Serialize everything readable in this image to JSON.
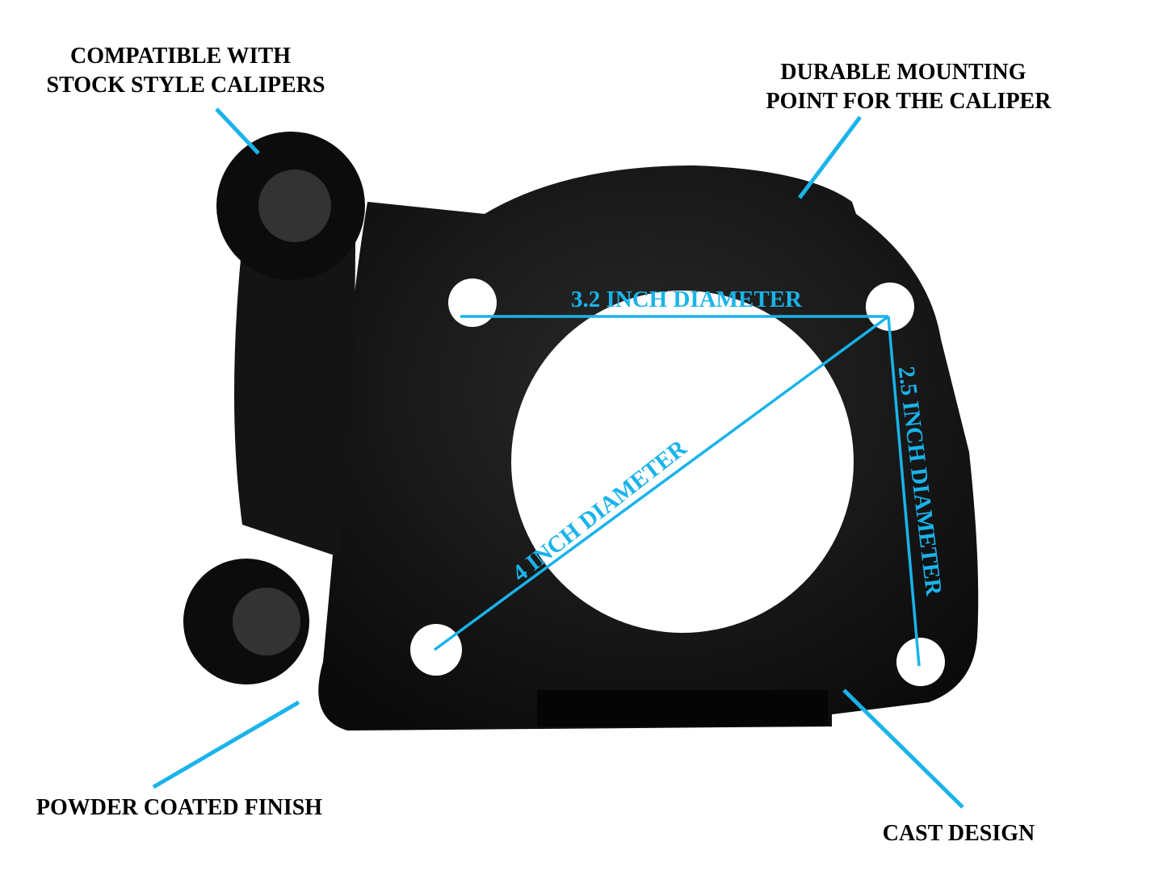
{
  "callouts": {
    "top_left": [
      "COMPATIBLE WITH",
      "STOCK STYLE CALIPERS"
    ],
    "top_right": [
      "DURABLE MOUNTING",
      "POINT FOR THE CALIPER"
    ],
    "bottom_left": "POWDER COATED FINISH",
    "bottom_right": "CAST DESIGN"
  },
  "dimensions": {
    "horizontal": "3.2 INCH DIAMETER",
    "diagonal": "4 INCH DIAMETER",
    "vertical": "2.5 INCH DIAMETER"
  },
  "colors": {
    "accent": "#1ab3ea",
    "part": "#111111"
  }
}
